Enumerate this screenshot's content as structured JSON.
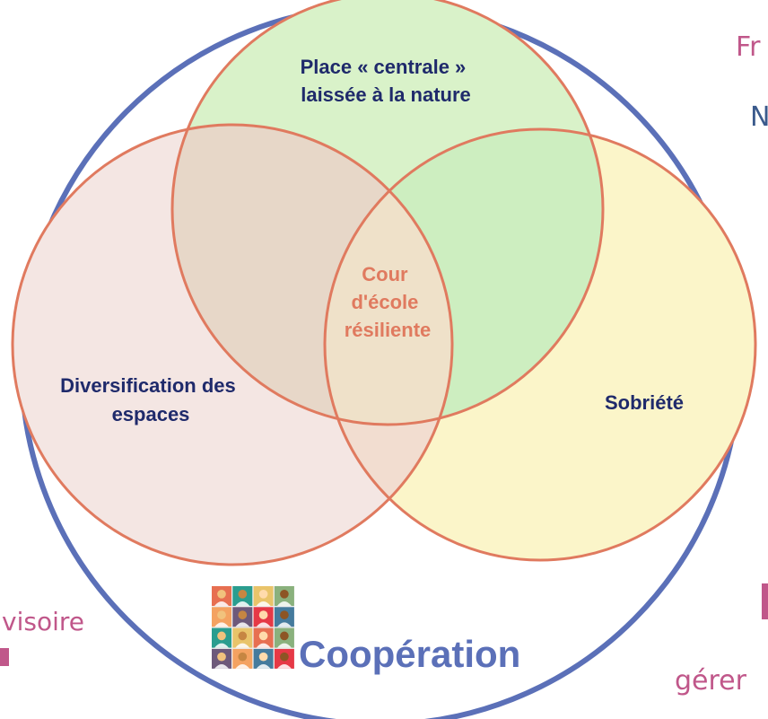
{
  "diagram": {
    "sets": [
      {
        "key": "nature",
        "label_lines": [
          "Place « centrale »",
          "laissée à la nature"
        ],
        "fill": "#d9f2c9",
        "stroke": "#e07a5f"
      },
      {
        "key": "diversification",
        "label_lines": [
          "Diversification des",
          "espaces"
        ],
        "fill": "#f4e6e3",
        "stroke": "#e07a5f"
      },
      {
        "key": "sobriete",
        "label_lines": [
          "Sobriété"
        ],
        "fill": "#fbf5c9",
        "stroke": "#e07a5f"
      }
    ],
    "center_label_lines": [
      "Cour",
      "d'école",
      "résiliente"
    ],
    "outer_label": "Coopération",
    "outer_icon": "people-grid-icon",
    "colors": {
      "outer_stroke": "#5b70b8",
      "label_text": "#1f2a6b",
      "center_text": "#e07a5f",
      "nature_sobriete_overlap": "#cdeec0",
      "nature_diversification_overlap": "#e7d7c8",
      "diversification_sobriete_overlap": "#f2ddd0",
      "center_overlap": "#efe1c9",
      "edge_text": "#c0578a",
      "edge_text_dark": "#3b5a8c"
    }
  },
  "cropped_edge_text": {
    "top_right_1": "Fr",
    "top_right_2": "N",
    "bottom_left_1": "visoire",
    "bottom_right_1": "gérer"
  }
}
